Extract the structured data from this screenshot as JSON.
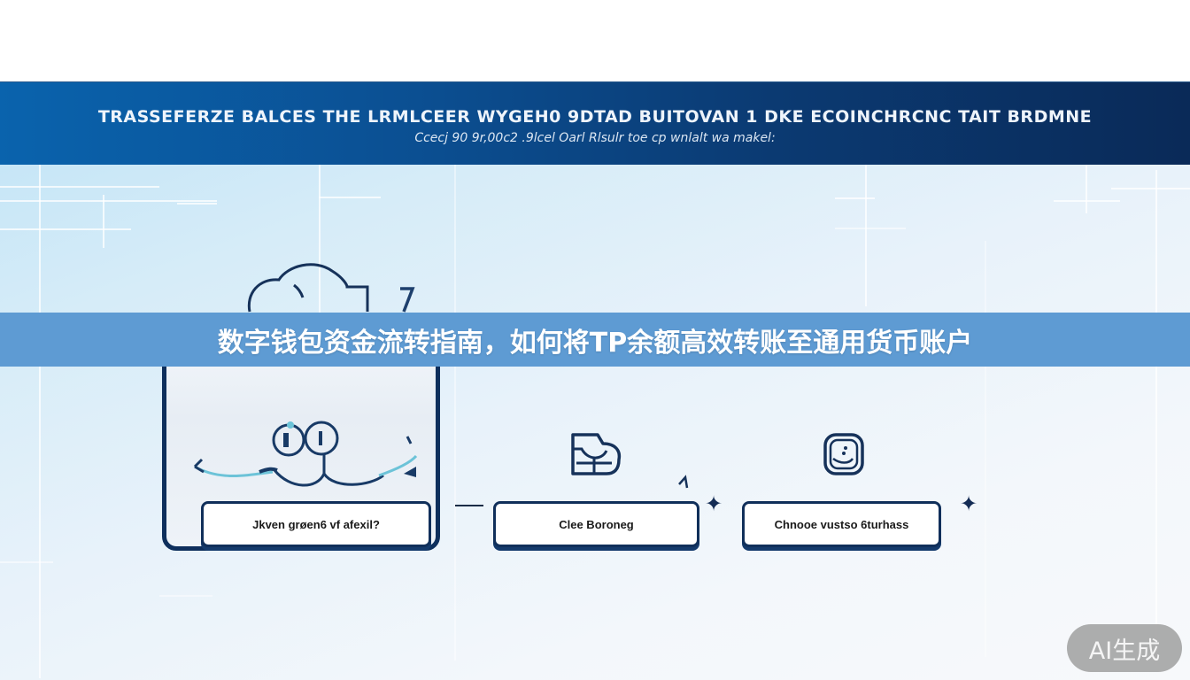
{
  "header": {
    "title": "TRASSEFERZE BALCES THE LRMLCEER WYGEH0 9DTAD BUITOVAN 1 DKE ECOINCHRCNC TAIT BRDMNE",
    "subtitle": "Ccecj 90 9r,00c2 .9lcel Oarl Rlsulr toe cp wnlalt wa makel:"
  },
  "caption": {
    "text": "数字钱包资金流转指南，如何将TP余额高效转账至通用货币账户"
  },
  "steps": [
    {
      "label": "Jkven grøen6 vf afexil?",
      "icon": "wallet-exchange-icon"
    },
    {
      "label": "Clee Boroneg",
      "icon": "inbox-tray-icon"
    },
    {
      "label": "Chnooe  vustso 6turhass",
      "icon": "app-badge-icon"
    }
  ],
  "decorations": {
    "cloud_icon": "cloud-icon",
    "sparkle": "✦"
  },
  "badge": {
    "label": "AI生成"
  },
  "colors": {
    "header_dark": "#0a2a58",
    "header_light": "#0a63ad",
    "caption_banner": "#5e9bd3",
    "outline_navy": "#0e2f5c",
    "accent_teal": "#6cc3d8",
    "badge_gray": "#a9a9a9"
  }
}
